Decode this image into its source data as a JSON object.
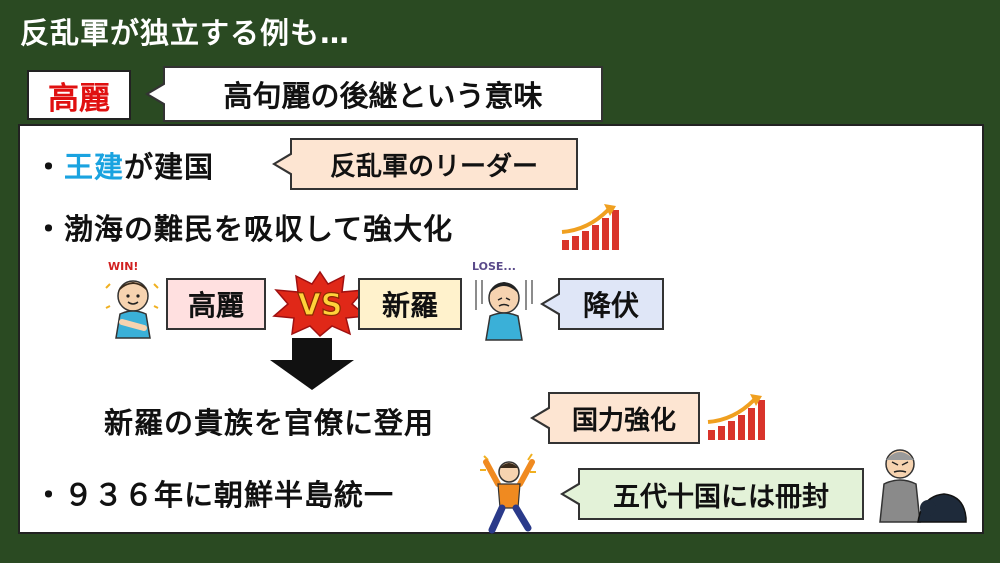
{
  "slide": {
    "title": "反乱軍が独立する例も…"
  },
  "header": {
    "name": "高麗",
    "meaning": "高句麗の後継という意味"
  },
  "bullets": {
    "b1_marker": "・",
    "b1_name": "王建",
    "b1_rest": "が建国",
    "b1_note": "反乱軍のリーダー",
    "b2_text": "・渤海の難民を吸収して強大化",
    "b3_text": "・９３６年に朝鮮半島統一",
    "b3_note": "五代十国には冊封"
  },
  "battle": {
    "win_caption": "WIN!",
    "left": "高麗",
    "vs": "VS",
    "right": "新羅",
    "lose_caption": "LOSE...",
    "result": "降伏"
  },
  "after": {
    "text": "新羅の貴族を官僚に登用",
    "note": "国力強化"
  },
  "colors": {
    "background": "#2a4a22",
    "accent_red": "#e01010",
    "accent_blue": "#1aa3e0"
  }
}
